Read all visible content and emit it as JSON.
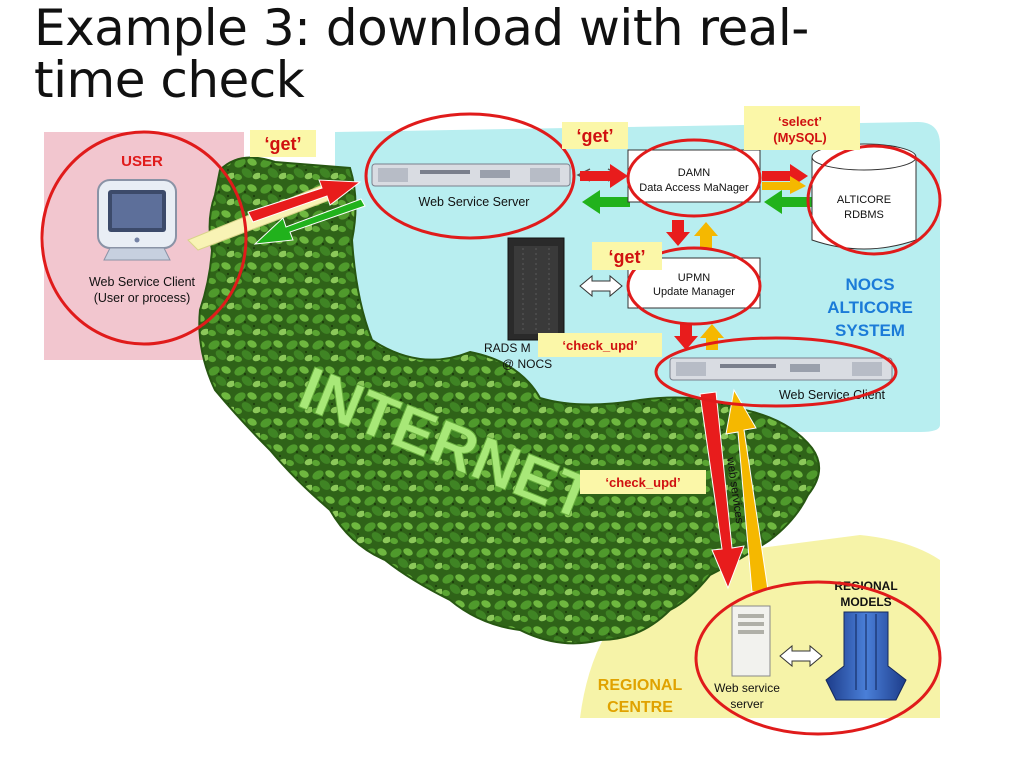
{
  "slide": {
    "title_line1": "Example 3: download with real-",
    "title_line2": "time check"
  },
  "user": {
    "heading": "USER",
    "client_line1": "Web Service Client",
    "client_line2": "(User or process)"
  },
  "internet": {
    "label": "INTERNET"
  },
  "nocs": {
    "web_service_server": "Web Service Server",
    "damn_line1": "DAMN",
    "damn_line2": "Data Access MaNager",
    "upmn_line1": "UPMN",
    "upmn_line2": "Update Manager",
    "db_line1": "ALTICORE",
    "db_line2": "RDBMS",
    "rads_line1": "RADS M",
    "rads_line2": "@ NOCS",
    "web_service_client": "Web Service Client",
    "system_line1": "NOCS",
    "system_line2": "ALTICORE",
    "system_line3": "SYSTEM"
  },
  "regional": {
    "models_line1": "REGIONAL",
    "models_line2": "MODELS",
    "server_line1": "Web service",
    "server_line2": "server",
    "centre_line1": "REGIONAL",
    "centre_line2": "CENTRE"
  },
  "tags": {
    "get_user": "‘get’",
    "get_damn": "‘get’",
    "get_upmn": "‘get’",
    "select_line1": "‘select’",
    "select_line2": "(MySQL)",
    "check_upd_nocs": "‘check_upd’",
    "check_upd_internet": "‘check_upd’"
  },
  "web_services_label": "web services",
  "colors": {
    "highlight_ring": "#e01b1b",
    "nocs_panel": "#b8eef0",
    "user_panel": "#f2c6cf",
    "regional_panel": "#f6f3a8",
    "tag_bg": "#fbf7a8",
    "tag_text": "#d01010",
    "system_text": "#1b7bd8",
    "arrow_red": "#e81c1c",
    "arrow_green": "#21b21c",
    "arrow_yellow": "#f5b800",
    "internet_text": "#a8e878",
    "foliage": "#3d7a22"
  }
}
